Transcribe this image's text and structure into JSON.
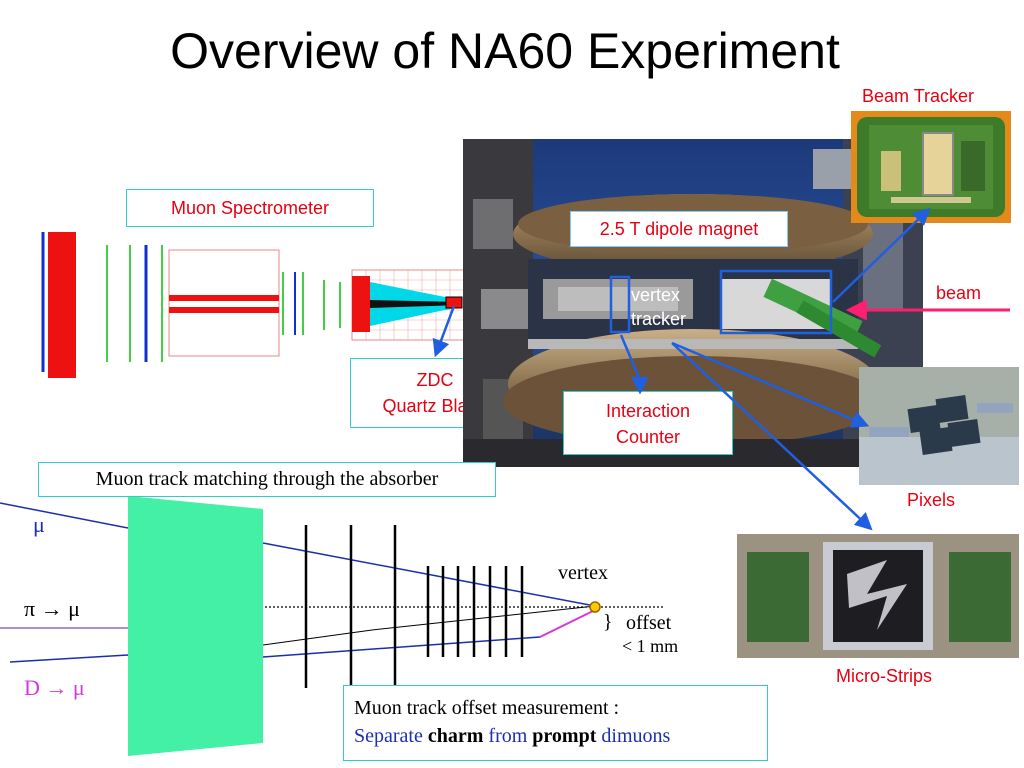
{
  "title": "Overview of NA60 Experiment",
  "labels": {
    "muon_spectrometer": "Muon Spectrometer",
    "zdc_line1": "ZDC",
    "zdc_line2": "Quartz Blade",
    "dipole_magnet": "2.5 T dipole magnet",
    "vertex_line1": "vertex",
    "vertex_line2": "tracker",
    "interaction_line1": "Interaction",
    "interaction_line2": "Counter",
    "beam_tracker": "Beam Tracker",
    "beam": "beam",
    "pixels": "Pixels",
    "micro_strips": "Micro-Strips"
  },
  "lower": {
    "matching_box": "Muon track matching through the absorber",
    "mu": "μ",
    "pi_mu": "π → μ",
    "d_mu": "D → μ",
    "vertex": "vertex",
    "brace": "}",
    "offset": "offset",
    "offset_value": "< 1 mm",
    "offset_box_line1": "Muon track offset measurement :",
    "offset_box_sep": "Separate ",
    "offset_box_charm": "charm",
    "offset_box_from": " from ",
    "offset_box_prompt": "prompt",
    "offset_box_dimuons": " dimuons"
  },
  "colors": {
    "label_red": "#e60012",
    "box_border": "#33cccc",
    "arrow_blue": "#1f5fe0",
    "beam_arrow": "#ff1f6f",
    "absorber": "#44f0a6",
    "muon_line": "#1a2fb0",
    "d_meson": "#d838d8"
  }
}
